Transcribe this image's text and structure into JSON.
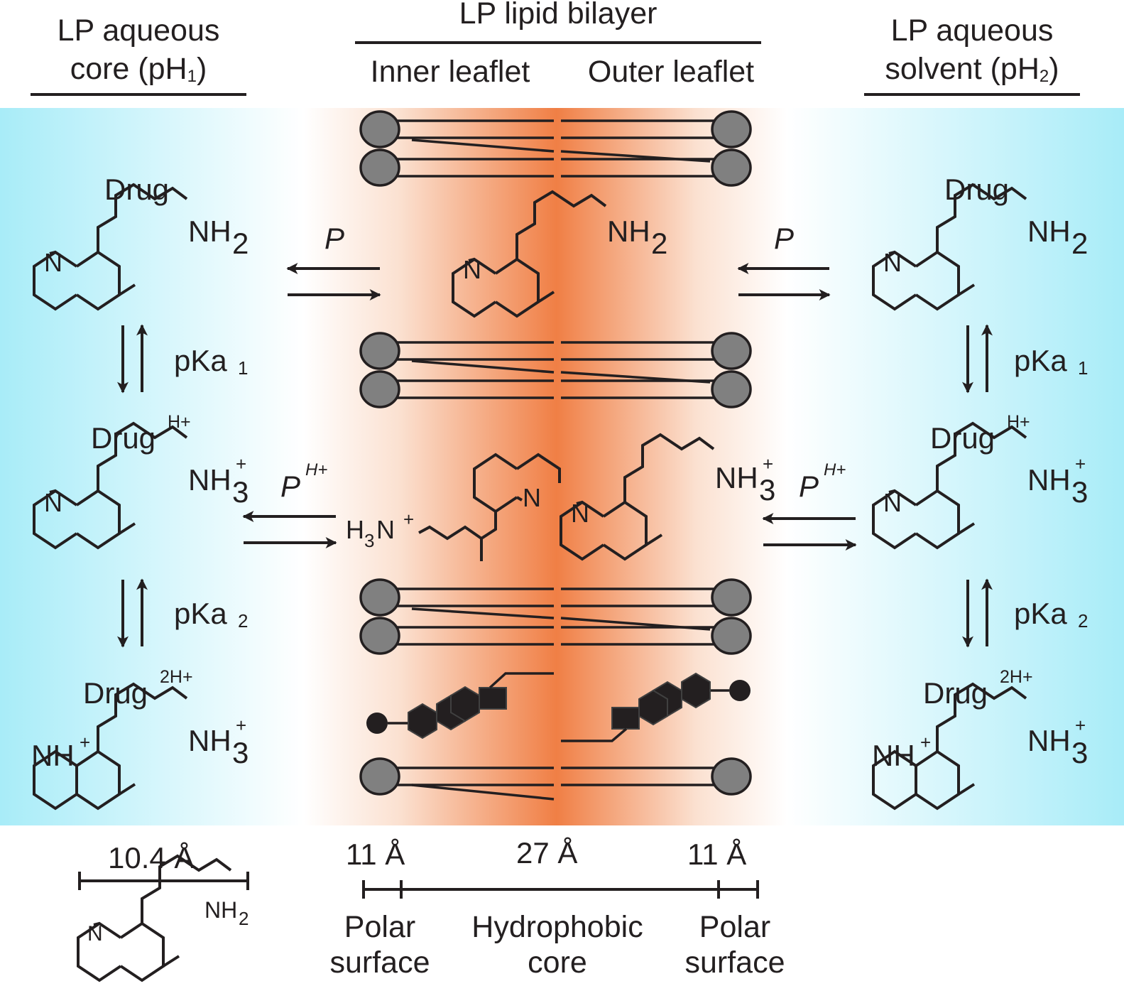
{
  "headers": {
    "left_line1": "LP aqueous",
    "left_line2": "core (pH",
    "left_sub": "1",
    "left_close": ")",
    "center": "LP lipid bilayer",
    "inner": "Inner leaflet",
    "outer": "Outer leaflet",
    "right_line1": "LP aqueous",
    "right_line2": "solvent (pH",
    "right_sub": "2",
    "right_close": ")"
  },
  "species": {
    "drug": "Drug",
    "h_plus": "H+",
    "two_h_plus": "2H+"
  },
  "groups": {
    "nh": "NH",
    "n": "N",
    "two": "2",
    "three": "3",
    "plus": "+",
    "h3n_h": "H",
    "h3n_3": "3",
    "h3n_n": "N"
  },
  "equilibria": {
    "pka": "pKa",
    "sub1": "1",
    "sub2": "2",
    "p": "P",
    "p_sup": "H+"
  },
  "scale": {
    "molecule": "10.4 Å",
    "polar_left": "11 Å",
    "core": "27 Å",
    "polar_right": "11 Å",
    "polar_surface_1": "Polar",
    "polar_surface_2": "surface",
    "hydrophobic_1": "Hydrophobic",
    "hydrophobic_2": "core"
  },
  "colors": {
    "aqueous": "#a8ecf8",
    "bilayer_core": "#f07f45",
    "head": "#808080",
    "ink": "#231f20"
  }
}
